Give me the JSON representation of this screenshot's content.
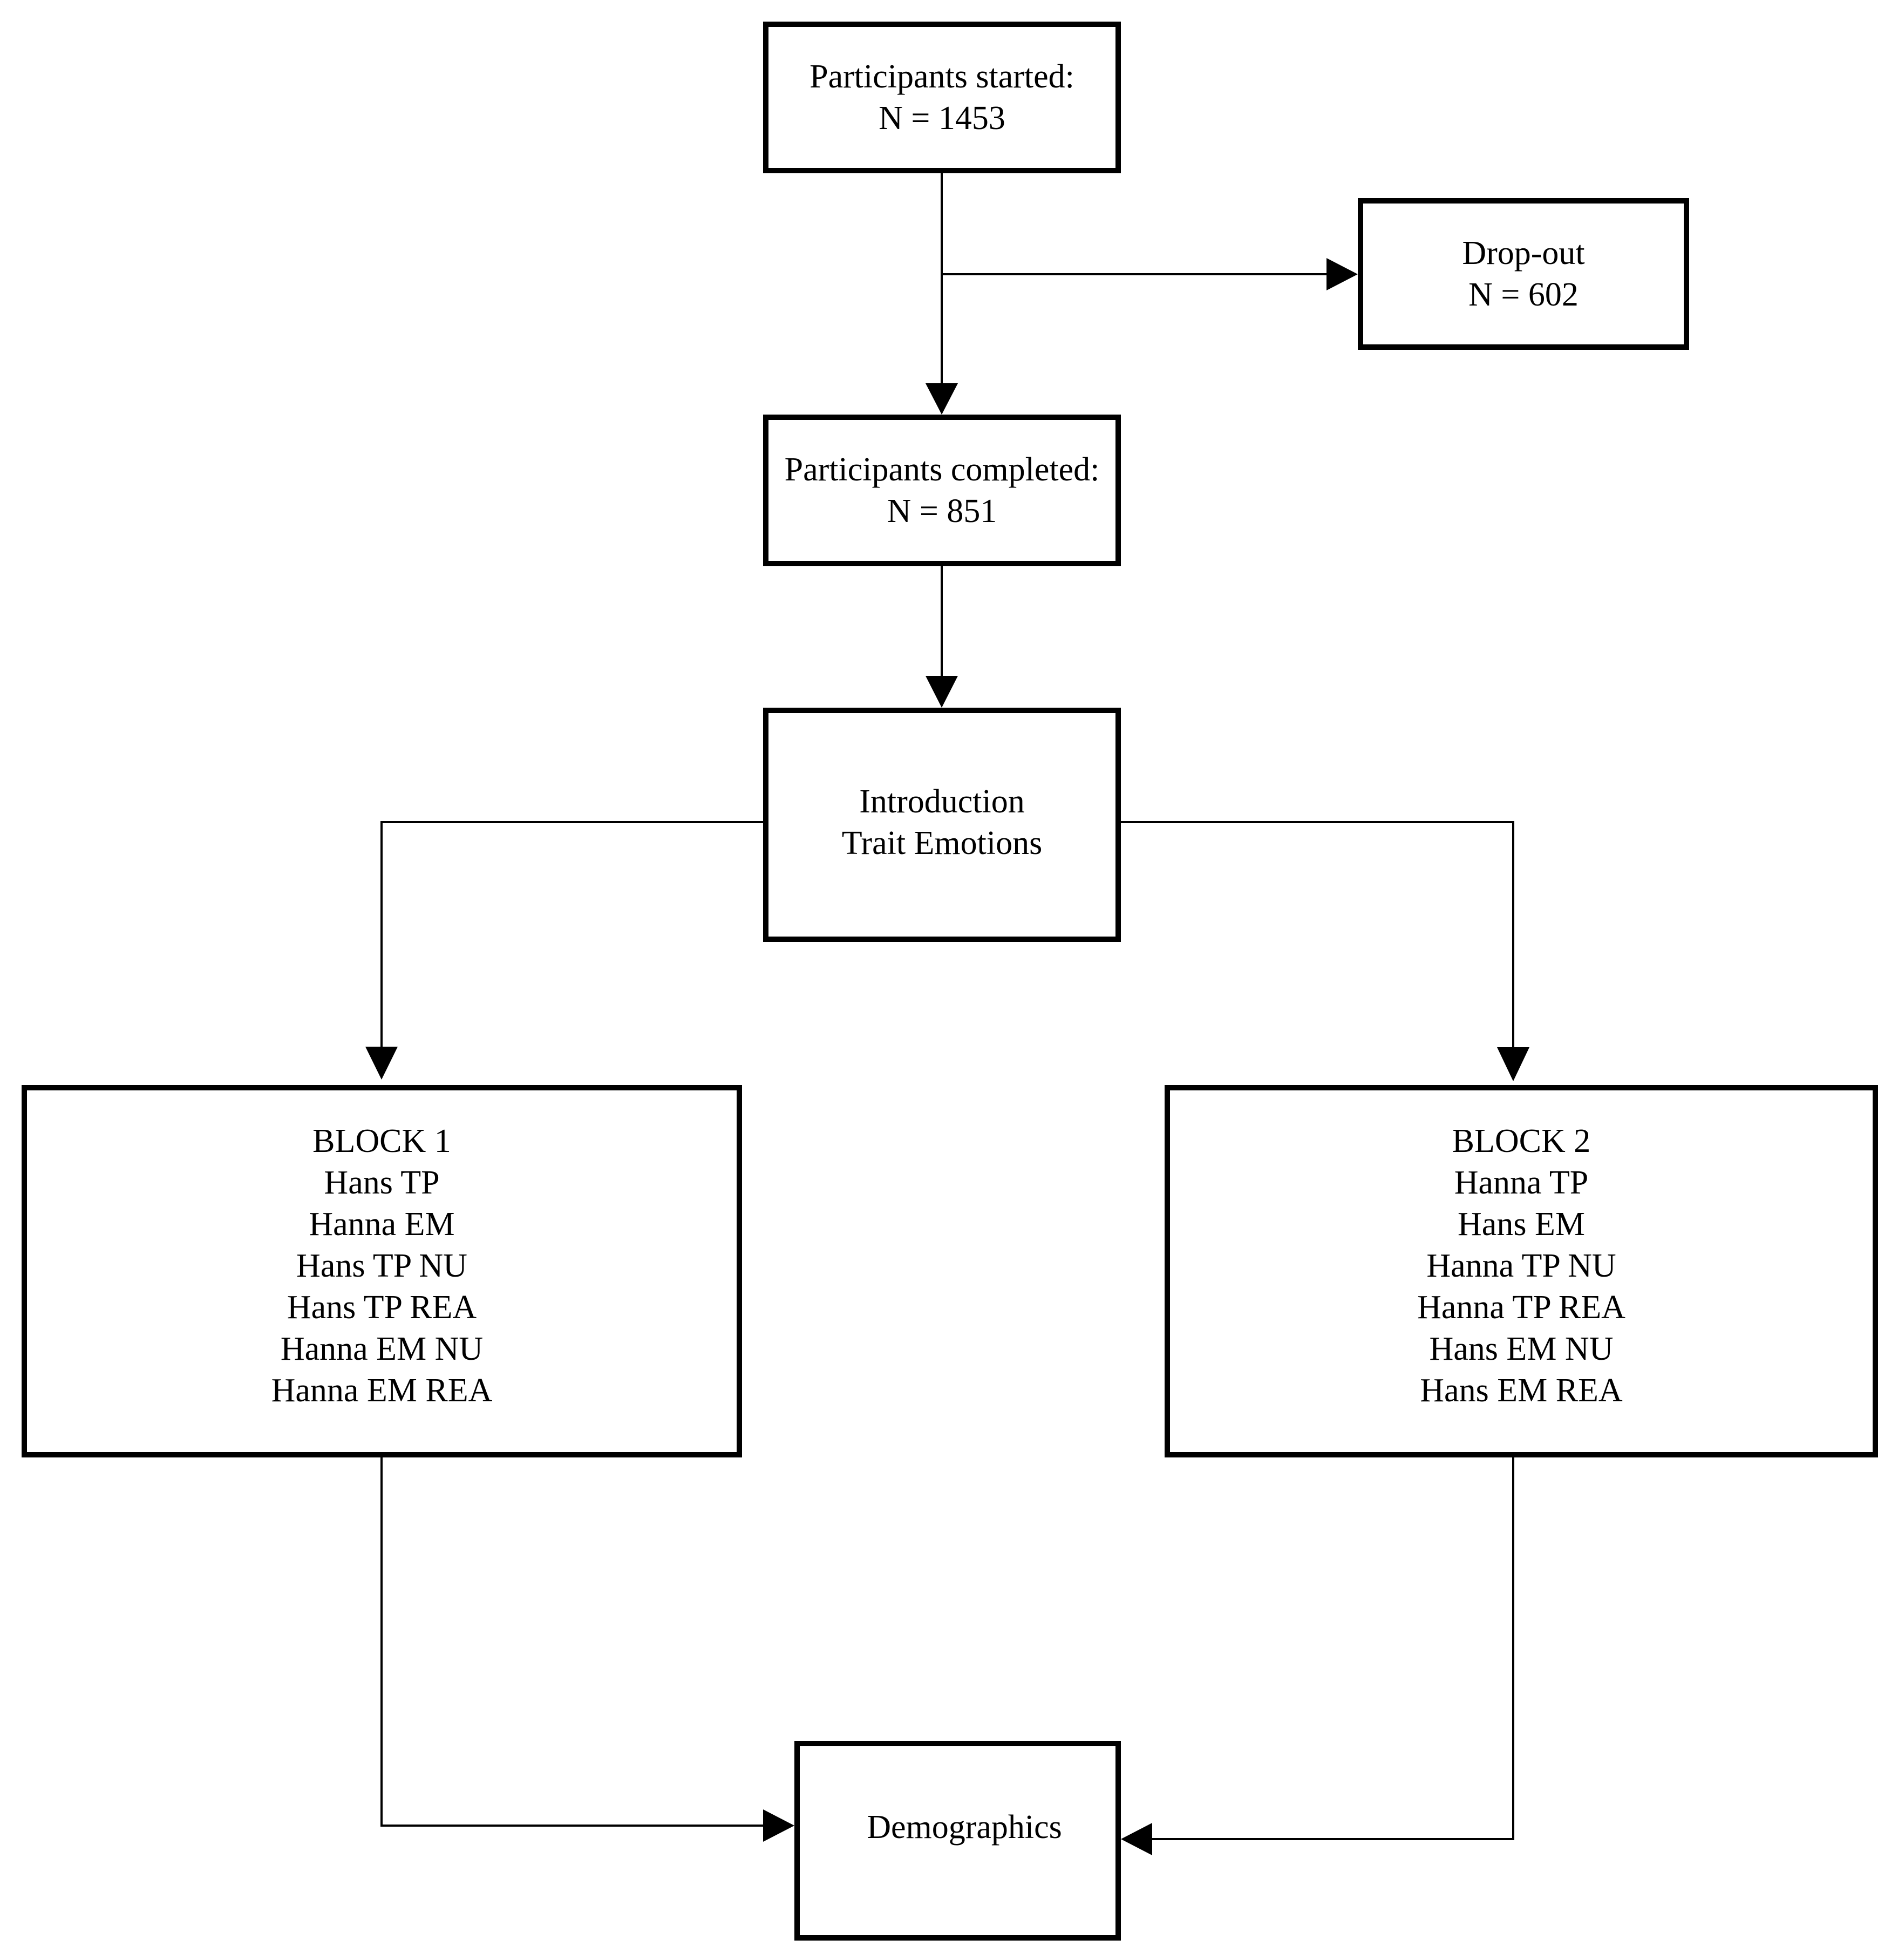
{
  "started": {
    "line1": "Participants started:",
    "line2": "N = 1453"
  },
  "dropout": {
    "line1": "Drop-out",
    "line2": "N = 602"
  },
  "completed": {
    "line1": "Participants completed:",
    "line2": "N = 851"
  },
  "intro": {
    "line1": "Introduction",
    "line2": "Trait Emotions"
  },
  "block1": {
    "title": "BLOCK 1",
    "items": [
      "Hans TP",
      "Hanna EM",
      "Hans TP NU",
      "Hans TP REA",
      "Hanna EM NU",
      "Hanna EM REA"
    ]
  },
  "block2": {
    "title": "BLOCK 2",
    "items": [
      "Hanna TP",
      "Hans EM",
      "Hanna TP NU",
      "Hanna TP REA",
      "Hans EM NU",
      "Hans EM REA"
    ]
  },
  "demographics": {
    "label": "Demographics"
  }
}
